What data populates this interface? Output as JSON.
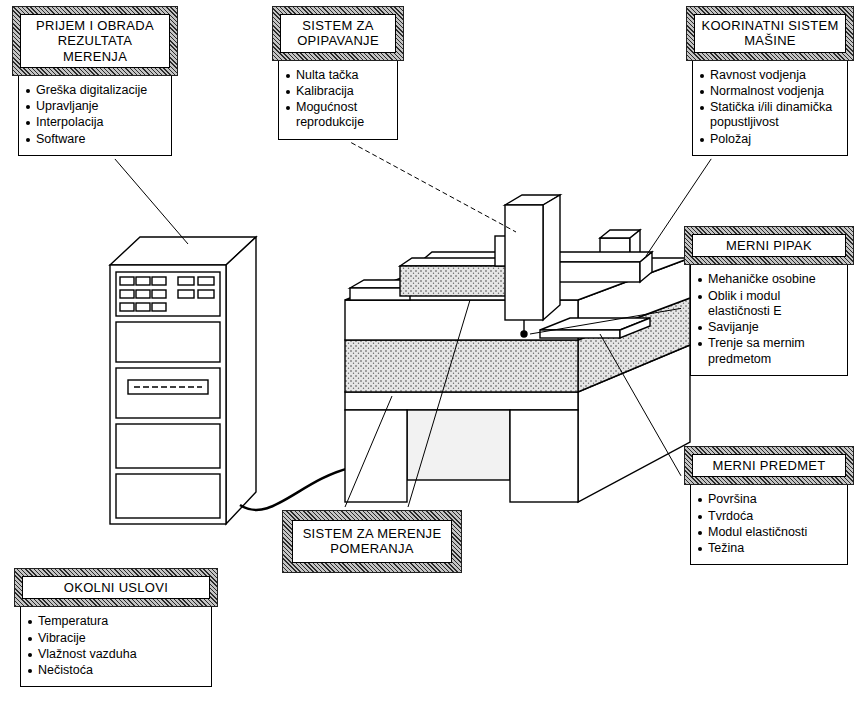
{
  "diagram": {
    "nodes": [
      {
        "text": [
          "PRIJEM I OBRADA REZULTATA MERENJA",
          "Greška digitalizacije",
          "Upravljanje",
          "Interpolacija",
          "Software"
        ]
      },
      {
        "text": [
          "SISTEM ZA OPIPAVANJE",
          "Nulta tačka",
          "Kalibracija",
          "Mogućnost reprodukcije"
        ]
      },
      {
        "text": [
          "KOORINATNI SISTEM MAŠINE",
          "Ravnost vodjenja",
          "Normalnost vodjenja",
          "Statička i/ili dinamička popustljivost",
          "Položaj"
        ]
      },
      {
        "text": [
          "MERNI PIPAK",
          "Mehaničke osobine",
          "Oblik i modul elastičnosti E",
          "Savijanje",
          "Trenje sa mernim predmetom"
        ]
      },
      {
        "text": [
          "MERNI PREDMET",
          "Površina",
          "Tvrdoća",
          "Modul elastičnosti",
          "Težina"
        ]
      },
      {
        "text": [
          "SISTEM ZA MERENJE POMERANJA"
        ]
      },
      {
        "text": [
          "OKOLNI USLOVI",
          "Temperatura",
          "Vibracije",
          "Vlažnost vazduha",
          "Nečistoća"
        ]
      }
    ]
  }
}
